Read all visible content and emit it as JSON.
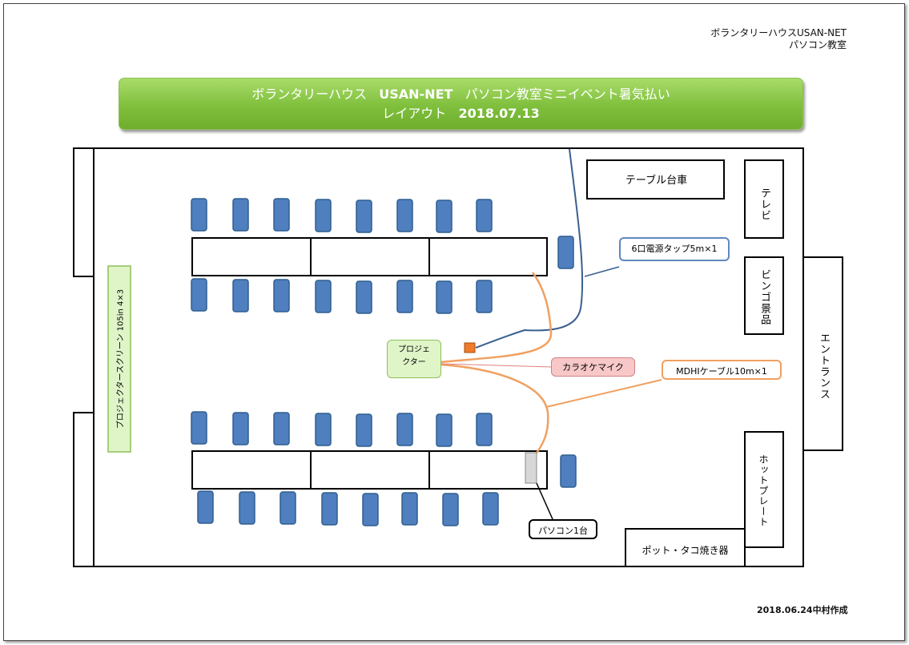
{
  "org": {
    "line1": "ボランタリーハウスUSAN-NET",
    "line2": "パソコン教室"
  },
  "banner": {
    "title_part1": "ボランタリーハウス",
    "title_part2": "USAN-NET",
    "title_part3": "パソコン教室ミニイベント暑気払い",
    "subtitle_part1": "レイアウト",
    "subtitle_part2": "2018.07.13"
  },
  "labels": {
    "table_cart": "テーブル台車",
    "tv": "テレビ",
    "bingo": "ビンゴ景品",
    "entrance": "エントランス",
    "hotplate": "ホットプレート",
    "pot": "ポット・タコ焼き器",
    "screen": "プロジェクタースクリーン 105in 4×3",
    "projector_line1": "プロジェ",
    "projector_line2": "クター",
    "power_tap": "6口電源タップ5m×1",
    "karaoke": "カラオケマイク",
    "hdmi": "MDHIケーブル10m×1",
    "pc": "パソコン1台"
  },
  "footer": "2018.06.24中村作成",
  "colors": {
    "chair": "#4f7fbf",
    "chair_border": "#2f5f8f",
    "power_line": "#3a5f8f",
    "cable": "#f0a060",
    "banner_green": "#7fbf3c",
    "karaoke_fill": "#f8c8c8",
    "projector_fill": "#dff5c8",
    "cable_orange": "#f07b2a"
  }
}
